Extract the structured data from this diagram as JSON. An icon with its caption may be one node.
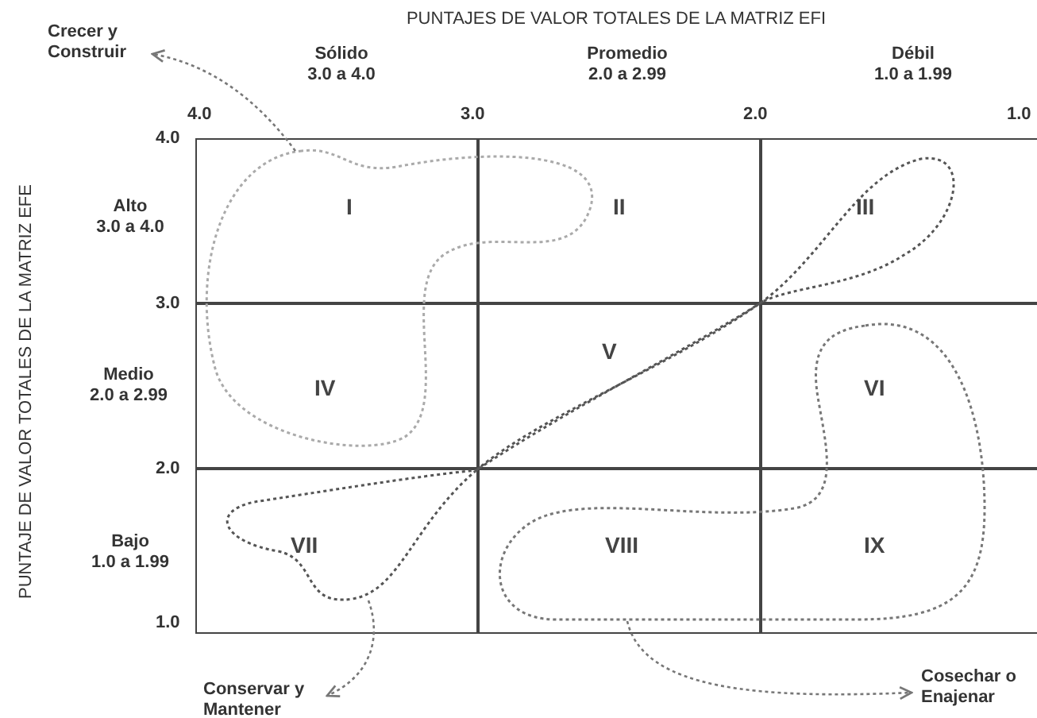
{
  "diagram": {
    "nodes": [
      {
        "text": [
          "Crecer y Construir"
        ]
      },
      {
        "text": [
          "I"
        ]
      },
      {
        "text": [
          "II"
        ]
      },
      {
        "text": [
          "III"
        ]
      },
      {
        "text": [
          "IV"
        ]
      },
      {
        "text": [
          "V"
        ]
      },
      {
        "text": [
          "VI"
        ]
      },
      {
        "text": [
          "VII"
        ]
      },
      {
        "text": [
          "VIII"
        ]
      },
      {
        "text": [
          "IX"
        ]
      },
      {
        "text": [],
        "shape": "loop"
      },
      {
        "text": [],
        "shape": "loop"
      },
      {
        "text": [],
        "shape": "loop"
      },
      {
        "text": [
          "Conservar y Mantener"
        ]
      },
      {
        "text": [
          "Cosechar o Enajenar"
        ]
      }
    ],
    "edges": [
      {
        "from": 10,
        "to": 0,
        "arrow": "to",
        "style": "dashed"
      },
      {
        "from": 11,
        "to": 13,
        "arrow": "to",
        "style": "dashed"
      },
      {
        "from": 12,
        "to": 14,
        "arrow": "to",
        "style": "dashed"
      }
    ],
    "labels": [
      "PUNTAJES DE VALOR TOTALES DE LA MATRIZ EFI",
      "Sólido 3.0 a 4.0",
      "Promedio 2.0 a 2.99",
      "Débil 1.0 a 1.99",
      "4.0",
      "3.0",
      "2.0",
      "1.0",
      "PUNTAJE DE VALOR TOTALES DE LA MATRIZ EFE",
      "4.0",
      "Alto 3.0 a 4.0",
      "3.0",
      "Medio 2.0 a 2.99",
      "2.0",
      "Bajo 1.0 a 1.99",
      "1.0"
    ]
  }
}
